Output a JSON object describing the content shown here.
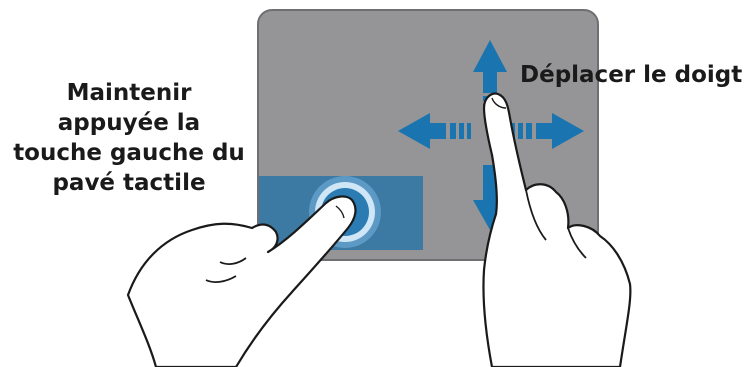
{
  "labels": {
    "left": [
      "Maintenir",
      "appuyée la",
      "touche gauche du",
      "pavé tactile"
    ],
    "right": "Déplacer le doigt"
  },
  "colors": {
    "touchpad": "#959597",
    "touchpad_border": "#6f6f71",
    "left_button": "#3d7aa3",
    "arrow": "#1a74b0",
    "hand_outline": "#1a1a1a",
    "hand_fill": "#ffffff",
    "press_ring": "#2a7cb3"
  }
}
